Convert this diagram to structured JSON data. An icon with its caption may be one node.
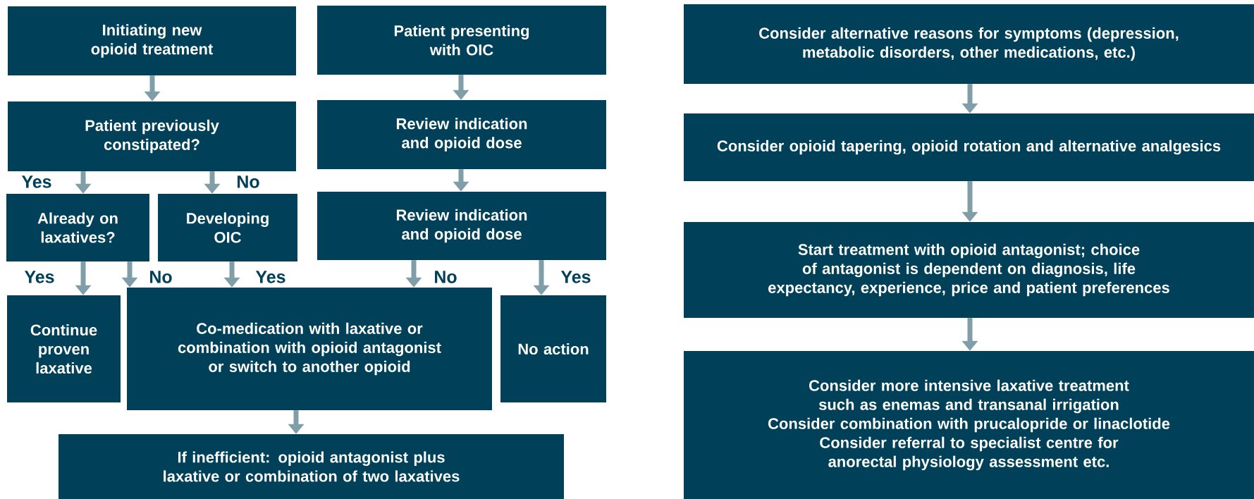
{
  "diagram": {
    "nodes": [
      {
        "text": [
          "Initiating new opioid treatment"
        ]
      },
      {
        "text": [
          "Patient presenting with OIC"
        ]
      },
      {
        "text": [
          "Patient previously constipated?"
        ]
      },
      {
        "text": [
          "Review indication and opioid dose"
        ]
      },
      {
        "text": [
          "Already on laxatives?"
        ]
      },
      {
        "text": [
          "Developing OIC"
        ]
      },
      {
        "text": [
          "Review indication and opioid dose"
        ]
      },
      {
        "text": [
          "Continue proven laxative"
        ]
      },
      {
        "text": [
          "Co-medication with laxative or combination with opioid antagonist or switch to another opioid"
        ]
      },
      {
        "text": [
          "No action"
        ]
      },
      {
        "text": [
          "If inefficient: opioid antagonist plus laxative or combination of two laxatives"
        ]
      },
      {
        "text": [
          "Consider alternative reasons for symptoms (depression, metabolic disorders, other medications, etc.)"
        ]
      },
      {
        "text": [
          "Consider opioid tapering, opioid rotation and alternative analgesics"
        ]
      },
      {
        "text": [
          "Start treatment with opioid antagonist; choice of antagonist is dependent on diagnosis, life expectancy, experience, price and patient preferences"
        ]
      },
      {
        "text": [
          "Consider more intensive laxative treatment such as enemas and transanal irrigation",
          "Consider combination with prucalopride or linaclotide",
          "Consider referral to specialist centre for anorectal physiology assessment etc."
        ]
      }
    ],
    "edges": [
      {
        "from": 0,
        "to": 2,
        "arrow": "to"
      },
      {
        "from": 2,
        "to": 4,
        "arrow": "to",
        "label": "Yes"
      },
      {
        "from": 2,
        "to": 5,
        "arrow": "to",
        "label": "No"
      },
      {
        "from": 1,
        "to": 3,
        "arrow": "to"
      },
      {
        "from": 3,
        "to": 6,
        "arrow": "to"
      },
      {
        "from": 4,
        "to": 7,
        "arrow": "to",
        "label": "Yes"
      },
      {
        "from": 4,
        "to": 8,
        "arrow": "to",
        "label": "No"
      },
      {
        "from": 5,
        "to": 8,
        "arrow": "to",
        "label": "Yes"
      },
      {
        "from": 6,
        "to": 8,
        "arrow": "to",
        "label": "No"
      },
      {
        "from": 6,
        "to": 9,
        "arrow": "to",
        "label": "Yes"
      },
      {
        "from": 8,
        "to": 10,
        "arrow": "to"
      },
      {
        "from": 11,
        "to": 12,
        "arrow": "to"
      },
      {
        "from": 12,
        "to": 13,
        "arrow": "to"
      },
      {
        "from": 13,
        "to": 14,
        "arrow": "to"
      }
    ]
  }
}
